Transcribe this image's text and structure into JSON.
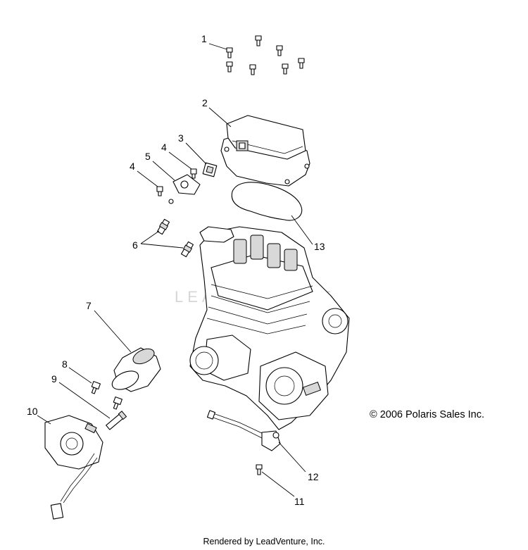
{
  "callouts": [
    {
      "label": "1"
    },
    {
      "label": "2"
    },
    {
      "label": "3"
    },
    {
      "label": "4"
    },
    {
      "label": "4"
    },
    {
      "label": "5"
    },
    {
      "label": "6"
    },
    {
      "label": "7"
    },
    {
      "label": "8"
    },
    {
      "label": "9"
    },
    {
      "label": "10"
    },
    {
      "label": "11"
    },
    {
      "label": "12"
    },
    {
      "label": "13"
    }
  ],
  "copyright": "© 2006 Polaris Sales Inc.",
  "watermark": "LEADVENTURE",
  "footer": "Rendered by LeadVenture, Inc."
}
